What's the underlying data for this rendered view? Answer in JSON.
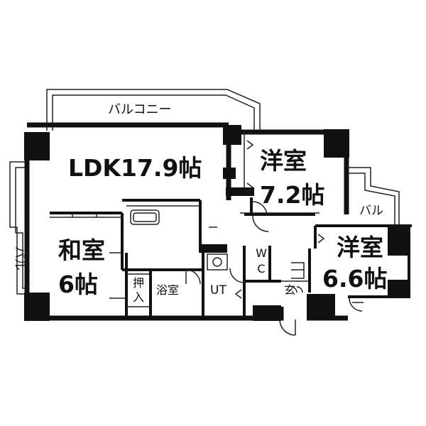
{
  "rooms": {
    "ldk": "LDK17.9帖",
    "western1_name": "洋室",
    "western1_size": "7.2帖",
    "western2_name": "洋室",
    "western2_size": "6.6帖",
    "japanese_name": "和室",
    "japanese_size": "6帖"
  },
  "labels": {
    "balcony_top": "バルコニー",
    "balcony_left": "バル",
    "balcony_right": "バル",
    "closet": "押入",
    "bath": "浴室",
    "utility": "UT",
    "toilet": "WC",
    "entrance": "玄"
  }
}
